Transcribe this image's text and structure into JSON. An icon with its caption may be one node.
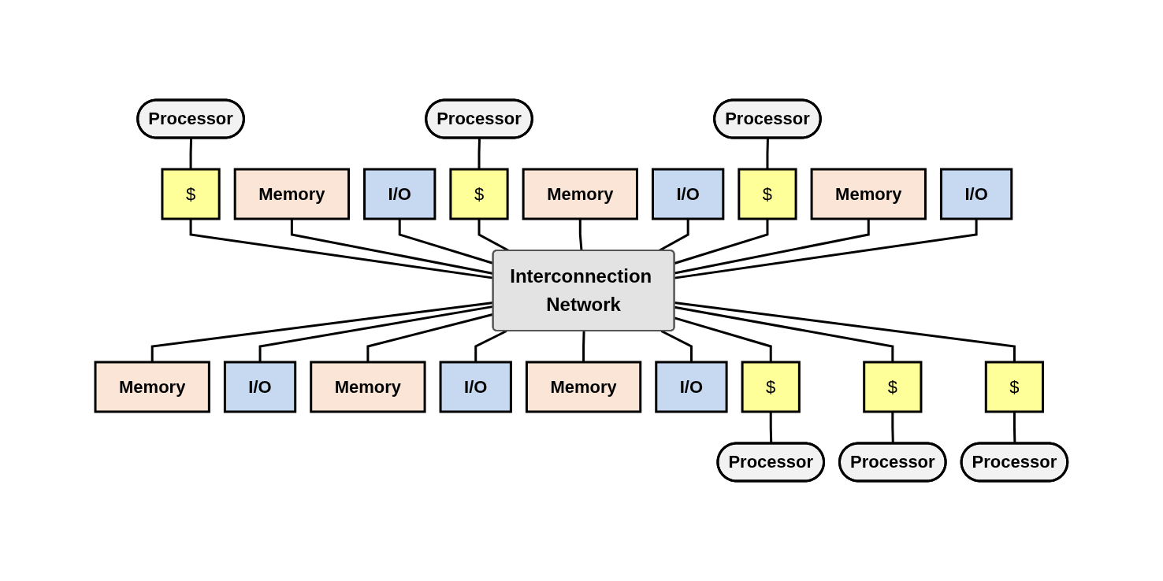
{
  "diagram": {
    "nodes": [
      {
        "text": [
          "Processor"
        ]
      },
      {
        "text": [
          "Processor"
        ]
      },
      {
        "text": [
          "Processor"
        ]
      },
      {
        "text": [
          "$"
        ]
      },
      {
        "text": [
          "$"
        ]
      },
      {
        "text": [
          "$"
        ]
      },
      {
        "text": [
          "Memory"
        ]
      },
      {
        "text": [
          "I/O"
        ]
      },
      {
        "text": [
          "Memory"
        ]
      },
      {
        "text": [
          "I/O"
        ]
      },
      {
        "text": [
          "Memory"
        ]
      },
      {
        "text": [
          "I/O"
        ]
      },
      {
        "text": [
          "Interconnection Network"
        ]
      },
      {
        "text": [
          "Memory"
        ]
      },
      {
        "text": [
          "I/O"
        ]
      },
      {
        "text": [
          "Memory"
        ]
      },
      {
        "text": [
          "I/O"
        ]
      },
      {
        "text": [
          "Memory"
        ]
      },
      {
        "text": [
          "I/O"
        ]
      },
      {
        "text": [
          "$"
        ]
      },
      {
        "text": [
          "$"
        ]
      },
      {
        "text": [
          "$"
        ]
      },
      {
        "text": [
          "Processor"
        ]
      },
      {
        "text": [
          "Processor"
        ]
      },
      {
        "text": [
          "Processor"
        ]
      }
    ],
    "edges": [
      {
        "from": 0,
        "to": 3,
        "arrow": "none"
      },
      {
        "from": 1,
        "to": 4,
        "arrow": "none"
      },
      {
        "from": 2,
        "to": 5,
        "arrow": "none"
      },
      {
        "from": 3,
        "to": 12,
        "arrow": "none"
      },
      {
        "from": 6,
        "to": 12,
        "arrow": "none"
      },
      {
        "from": 7,
        "to": 12,
        "arrow": "none"
      },
      {
        "from": 4,
        "to": 12,
        "arrow": "none"
      },
      {
        "from": 8,
        "to": 12,
        "arrow": "none"
      },
      {
        "from": 9,
        "to": 12,
        "arrow": "none"
      },
      {
        "from": 5,
        "to": 12,
        "arrow": "none"
      },
      {
        "from": 10,
        "to": 12,
        "arrow": "none"
      },
      {
        "from": 11,
        "to": 12,
        "arrow": "none"
      },
      {
        "from": 12,
        "to": 19,
        "arrow": "none"
      },
      {
        "from": 12,
        "to": 13,
        "arrow": "none"
      },
      {
        "from": 12,
        "to": 14,
        "arrow": "none"
      },
      {
        "from": 12,
        "to": 20,
        "arrow": "none"
      },
      {
        "from": 12,
        "to": 15,
        "arrow": "none"
      },
      {
        "from": 12,
        "to": 16,
        "arrow": "none"
      },
      {
        "from": 12,
        "to": 21,
        "arrow": "none"
      },
      {
        "from": 12,
        "to": 17,
        "arrow": "none"
      },
      {
        "from": 12,
        "to": 18,
        "arrow": "none"
      },
      {
        "from": 19,
        "to": 22,
        "arrow": "none"
      },
      {
        "from": 20,
        "to": 23,
        "arrow": "none"
      },
      {
        "from": 21,
        "to": 24,
        "arrow": "none"
      }
    ]
  }
}
